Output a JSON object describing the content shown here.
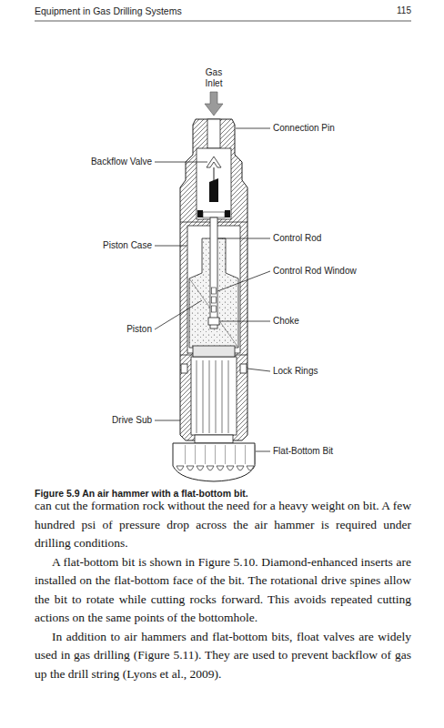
{
  "diagram": {
    "caption": "Figure 5.9 An air hammer with a flat-bottom bit.",
    "labels": [
      "Equipment in Gas Drilling Systems",
      "115",
      "Gas Inlet",
      "Connection Pin",
      "Backflow Valve",
      "Control Rod",
      "Piston Case",
      "Control Rod Window",
      "Choke",
      "Piston",
      "Lock Rings",
      "Drive Sub",
      "Flat-Bottom Bit",
      "can cut the formation rock without the need for a heavy weight on bit. A few hundred psi of pressure drop across the air hammer is required under drilling conditions.",
      "A flat-bottom bit is shown in Figure 5.10. Diamond-enhanced inserts are installed on the flat-bottom face of the bit. The rotational drive spines allow the bit to rotate while cutting rocks forward. This avoids repeated cutting actions on the same points of the bottomhole.",
      "In addition to air hammers and flat-bottom bits, float valves are widely used in gas drilling (Figure 5.11). They are used to prevent backflow of gas up the drill string (Lyons et al., 2009)."
    ]
  }
}
